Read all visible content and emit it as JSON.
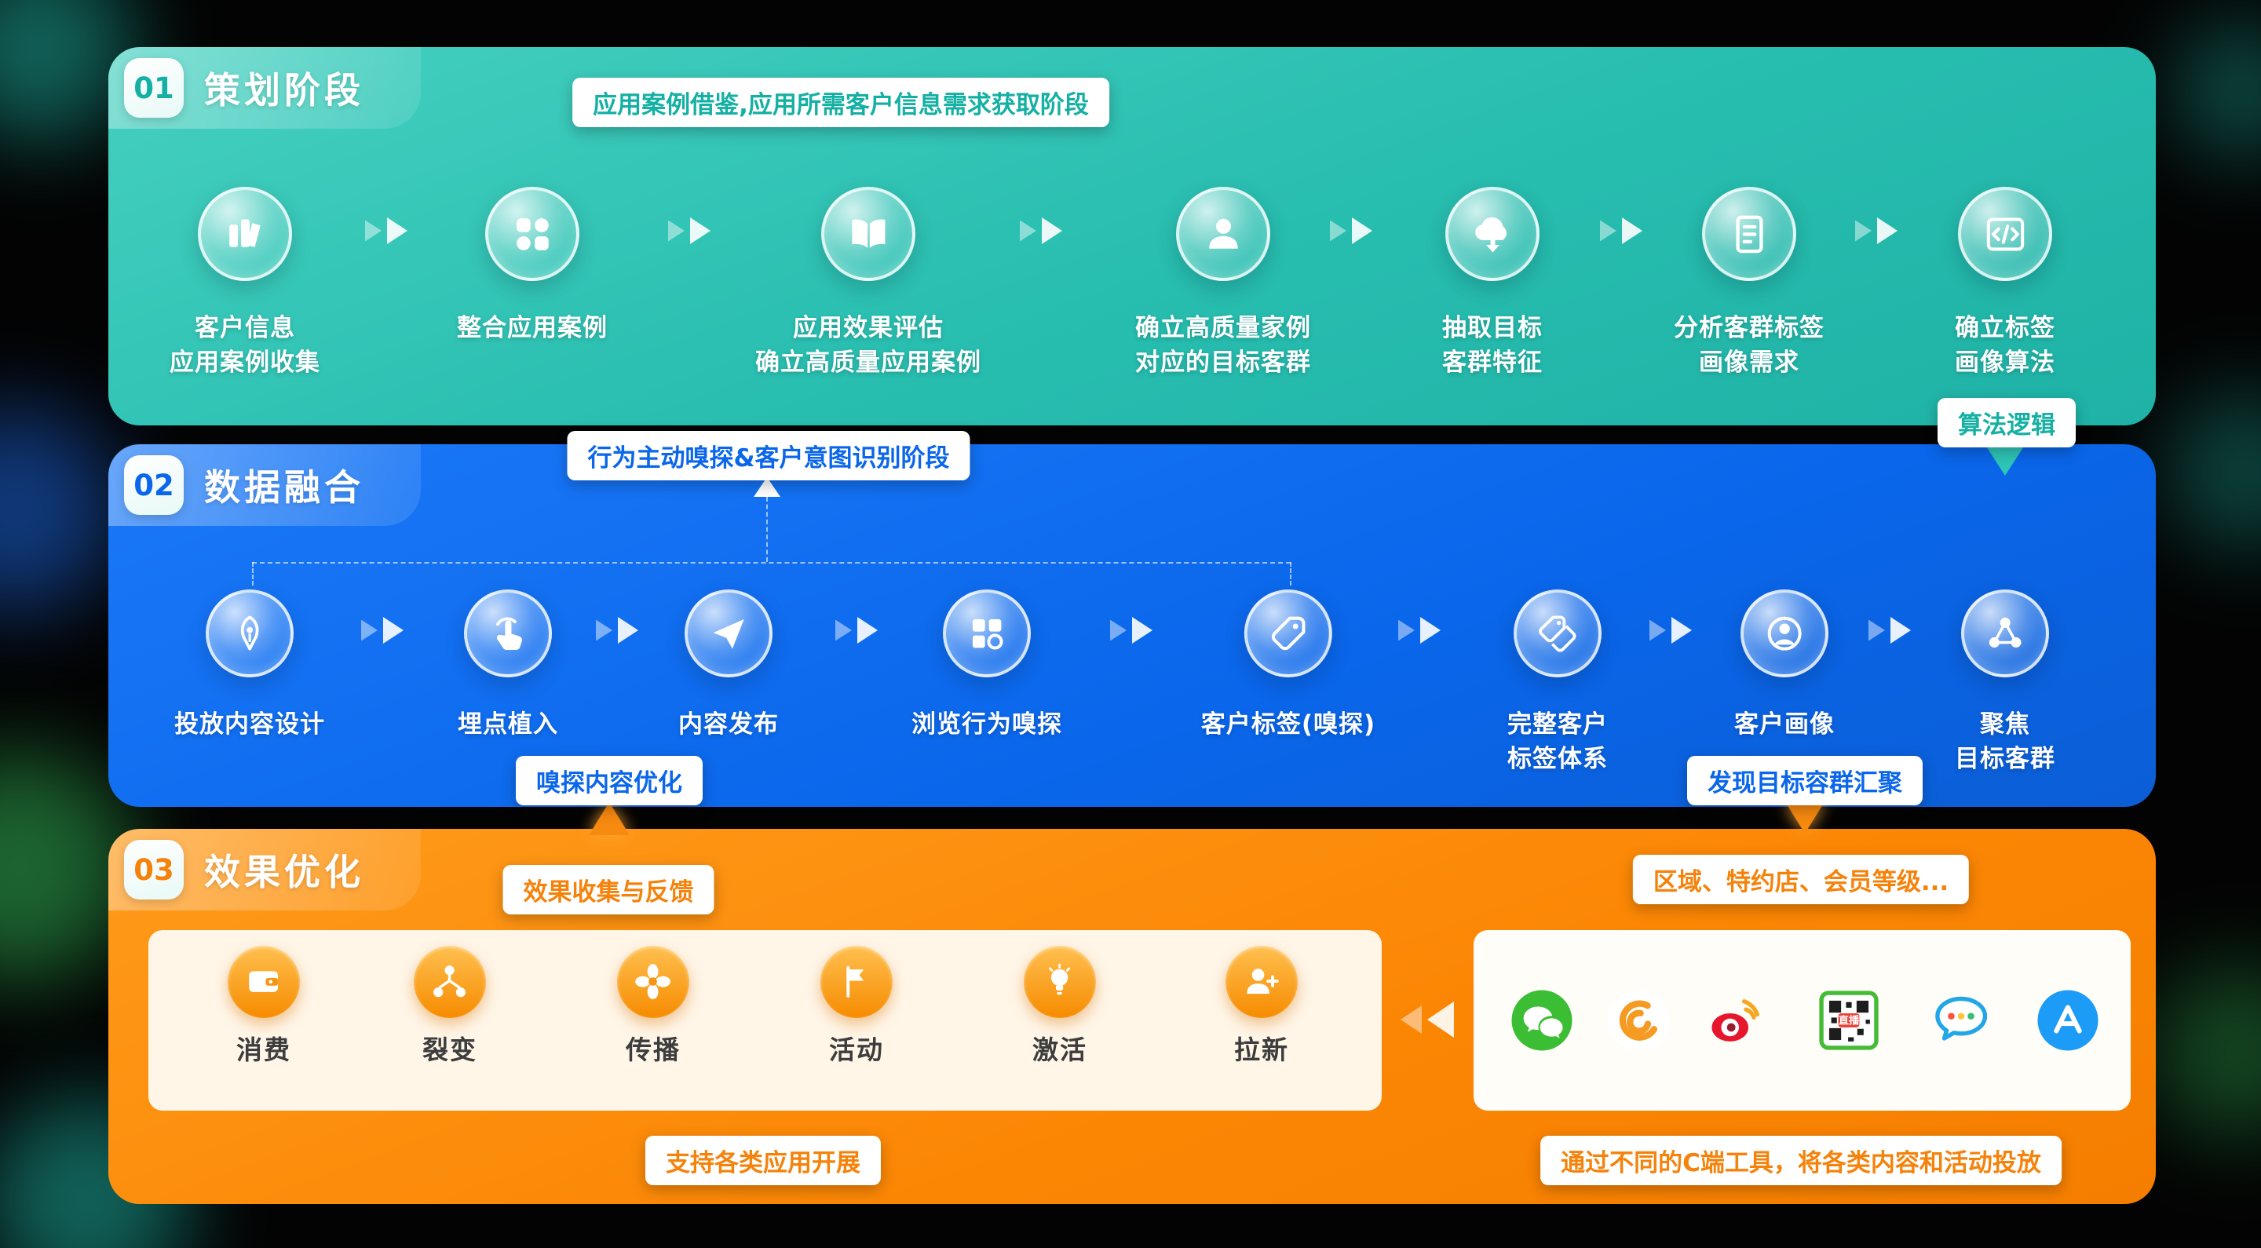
{
  "colors": {
    "teal": "#14B0A3",
    "blue": "#0A66EA",
    "orange": "#F5820A"
  },
  "phases": [
    {
      "id": "01",
      "title": "策划阶段",
      "banner": "应用案例借鉴,应用所需客户信息需求获取阶段",
      "tail_chip": "算法逻辑",
      "steps": [
        {
          "icon": "books-icon",
          "label": "客户信息\n应用案例收集"
        },
        {
          "icon": "grid-icon",
          "label": "整合应用案例"
        },
        {
          "icon": "open-book-icon",
          "label": "应用效果评估\n确立高质量应用案例"
        },
        {
          "icon": "user-icon",
          "label": "确立高质量家例\n对应的目标客群"
        },
        {
          "icon": "cloud-download-icon",
          "label": "抽取目标\n客群特征"
        },
        {
          "icon": "document-icon",
          "label": "分析客群标签\n画像需求"
        },
        {
          "icon": "code-icon",
          "label": "确立标签\n画像算法"
        }
      ]
    },
    {
      "id": "02",
      "title": "数据融合",
      "banner": "行为主动嗅探&客户意图识别阶段",
      "chip_left": "嗅探内容优化",
      "chip_right": "发现目标容群汇聚",
      "steps": [
        {
          "icon": "pen-icon",
          "label": "投放内容设计"
        },
        {
          "icon": "tap-icon",
          "label": "埋点植入"
        },
        {
          "icon": "send-icon",
          "label": "内容发布"
        },
        {
          "icon": "browse-icon",
          "label": "浏览行为嗅探"
        },
        {
          "icon": "tag-icon",
          "label": "客户标签(嗅探)"
        },
        {
          "icon": "tags-icon",
          "label": "完整客户\n标签体系"
        },
        {
          "icon": "avatar-icon",
          "label": "客户画像"
        },
        {
          "icon": "network-icon",
          "label": "聚焦\n目标客群"
        }
      ]
    },
    {
      "id": "03",
      "title": "效果优化",
      "chip_feedback": "效果收集与反馈",
      "chip_region": "区域、特约店、会员等级...",
      "chip_support": "支持各类应用开展",
      "chip_tools": "通过不同的C端工具，将各类内容和活动投放",
      "apps": [
        {
          "icon": "wallet-icon",
          "label": "消费"
        },
        {
          "icon": "split-icon",
          "label": "裂变"
        },
        {
          "icon": "fan-icon",
          "label": "传播"
        },
        {
          "icon": "flag-icon",
          "label": "活动"
        },
        {
          "icon": "bulb-icon",
          "label": "激活"
        },
        {
          "icon": "user-plus-icon",
          "label": "拉新"
        }
      ],
      "channels": [
        {
          "icon": "wechat-icon"
        },
        {
          "icon": "wechat-channels-icon"
        },
        {
          "icon": "weibo-icon"
        },
        {
          "icon": "live-qrcode-icon",
          "label": "直播"
        },
        {
          "icon": "chat-bubble-icon"
        },
        {
          "icon": "appstore-icon"
        }
      ]
    }
  ]
}
